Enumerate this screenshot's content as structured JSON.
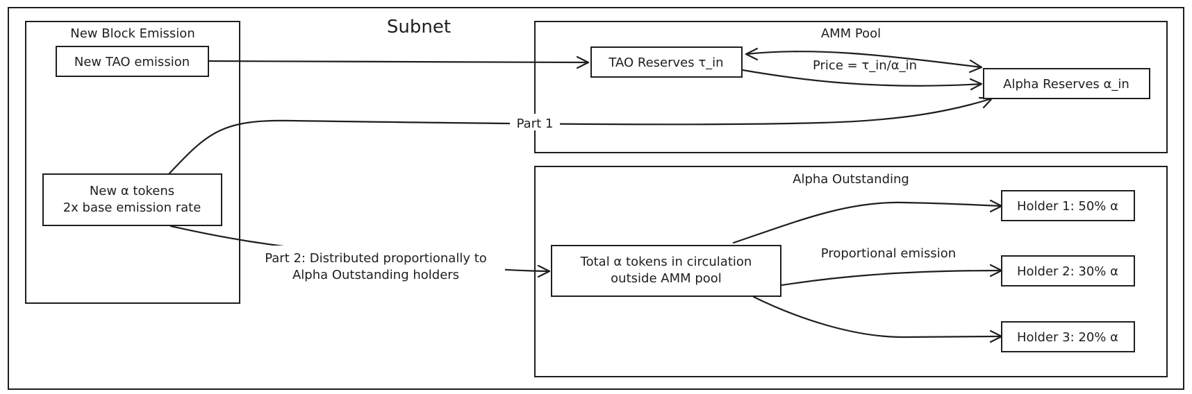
{
  "title": "Subnet",
  "groups": {
    "new_block_emission": "New Block Emission",
    "amm_pool": "AMM Pool",
    "alpha_outstanding": "Alpha Outstanding"
  },
  "nodes": {
    "new_tao_emission": "New TAO emission",
    "new_alpha_tokens": [
      "New α tokens",
      "2x base emission rate"
    ],
    "tao_reserves": "TAO Reserves τ_in",
    "alpha_reserves": "Alpha Reserves α_in",
    "total_alpha_circulation": [
      "Total α tokens in circulation",
      "outside AMM pool"
    ],
    "holder_1": "Holder 1: 50% α",
    "holder_2": "Holder 2: 30% α",
    "holder_3": "Holder 3: 20% α"
  },
  "edge_labels": {
    "price": "Price = τ_in/α_in",
    "part_1": "Part 1",
    "part_2": [
      "Part 2: Distributed proportionally to",
      "Alpha Outstanding holders"
    ],
    "proportional_emission": "Proportional emission"
  }
}
